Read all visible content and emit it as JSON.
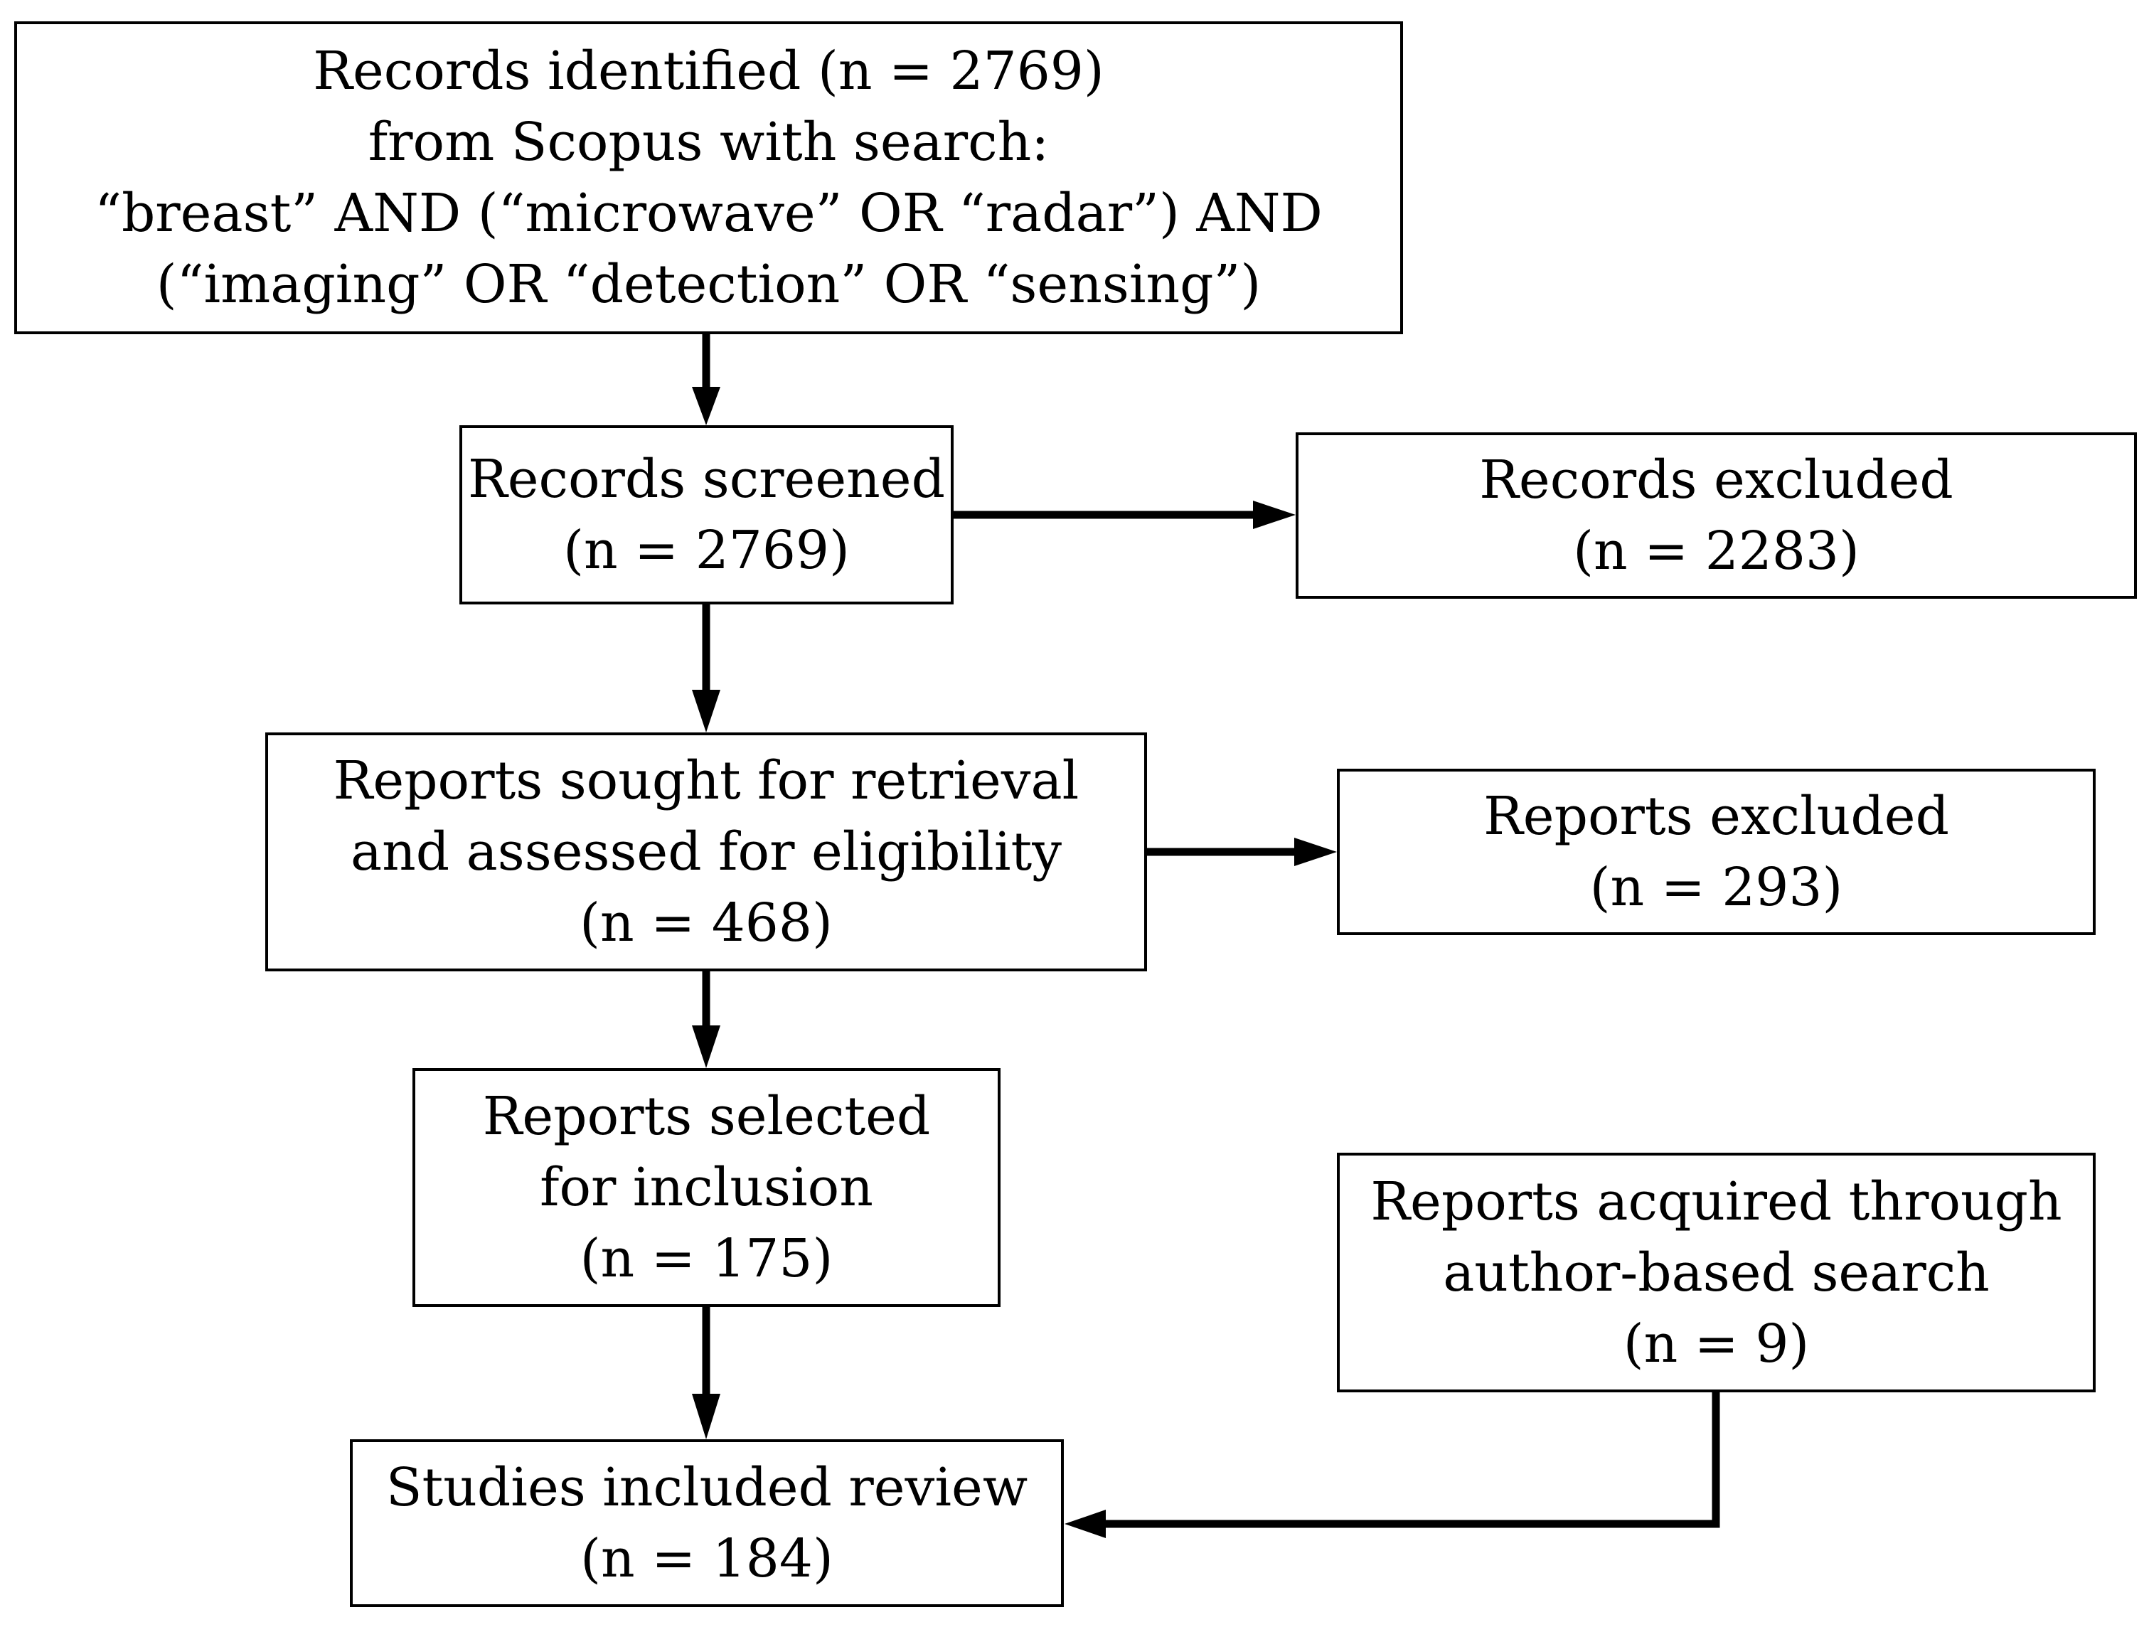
{
  "boxes": {
    "identified": {
      "lines": [
        "Records identified (n = 2769)",
        "from Scopus with search:",
        "“breast” AND (“microwave” OR “radar”) AND",
        "(“imaging” OR “detection” OR “sensing”)"
      ]
    },
    "screened": {
      "lines": [
        "Records screened",
        "(n = 2769)"
      ]
    },
    "records_excluded": {
      "lines": [
        "Records excluded",
        "(n = 2283)"
      ]
    },
    "sought": {
      "lines": [
        "Reports sought for retrieval",
        "and assessed for eligibility",
        "(n = 468)"
      ]
    },
    "reports_excluded": {
      "lines": [
        "Reports excluded",
        "(n = 293)"
      ]
    },
    "selected": {
      "lines": [
        "Reports selected",
        "for inclusion",
        "(n = 175)"
      ]
    },
    "author_search": {
      "lines": [
        "Reports acquired through",
        "author-based search",
        "(n = 9)"
      ]
    },
    "included": {
      "lines": [
        "Studies included review",
        "(n = 184)"
      ]
    }
  },
  "edges": [
    {
      "from": "identified",
      "to": "screened"
    },
    {
      "from": "screened",
      "to": "records_excluded"
    },
    {
      "from": "screened",
      "to": "sought"
    },
    {
      "from": "sought",
      "to": "reports_excluded"
    },
    {
      "from": "sought",
      "to": "selected"
    },
    {
      "from": "selected",
      "to": "included"
    },
    {
      "from": "author_search",
      "to": "included"
    }
  ]
}
